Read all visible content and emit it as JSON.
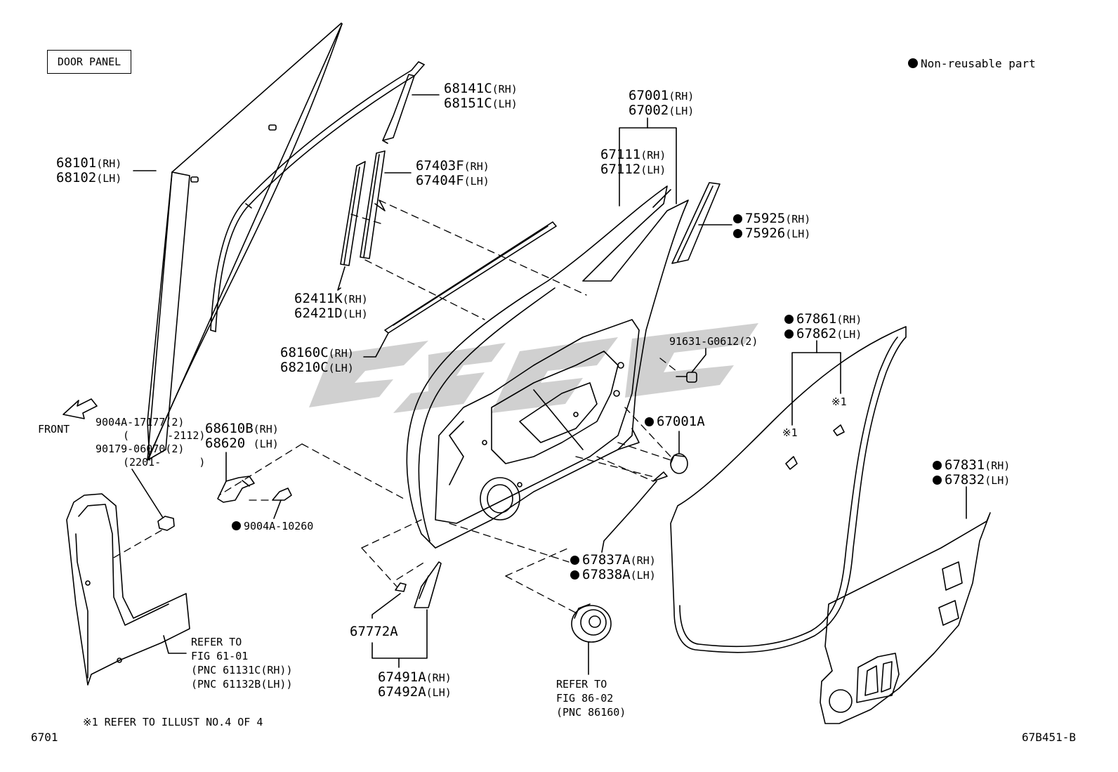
{
  "title_box": "DOOR PANEL",
  "legend": "Non-reusable part",
  "footer_left": "6701",
  "footer_right": "67B451-B",
  "footnote": "※1 REFER TO ILLUST NO.4 OF 4",
  "front_label": "FRONT",
  "parts": {
    "p68101": {
      "code": "68101",
      "side": "(RH)"
    },
    "p68102": {
      "code": "68102",
      "side": "(LH)"
    },
    "p68141c": {
      "code": "68141C",
      "side": "(RH)"
    },
    "p68151c": {
      "code": "68151C",
      "side": "(LH)"
    },
    "p67001": {
      "code": "67001",
      "side": "(RH)"
    },
    "p67002": {
      "code": "67002",
      "side": "(LH)"
    },
    "p67111": {
      "code": "67111",
      "side": "(RH)"
    },
    "p67112": {
      "code": "67112",
      "side": "(LH)"
    },
    "p67403f": {
      "code": "67403F",
      "side": "(RH)"
    },
    "p67404f": {
      "code": "67404F",
      "side": "(LH)"
    },
    "p75925": {
      "code": "75925",
      "side": "(RH)"
    },
    "p75926": {
      "code": "75926",
      "side": "(LH)"
    },
    "p62411k": {
      "code": "62411K",
      "side": "(RH)"
    },
    "p62421d": {
      "code": "62421D",
      "side": "(LH)"
    },
    "p67861": {
      "code": "67861",
      "side": "(RH)"
    },
    "p67862": {
      "code": "67862",
      "side": "(LH)"
    },
    "p68160c": {
      "code": "68160C",
      "side": "(RH)"
    },
    "p68210c": {
      "code": "68210C",
      "side": "(LH)"
    },
    "p91631": {
      "code": "91631-G0612(2)"
    },
    "p9004a17177": {
      "code": "9004A-17177(2)"
    },
    "p9004a17177_range": {
      "code": "(      -2112)"
    },
    "p90179": {
      "code": "90179-06070(2)"
    },
    "p90179_range": {
      "code": "(2201-      )"
    },
    "p68610b": {
      "code": "68610B",
      "side": "(RH)"
    },
    "p68620": {
      "code": "68620 ",
      "side": "(LH)"
    },
    "p67001a": {
      "code": "67001A"
    },
    "p9004a10260": {
      "code": "9004A-10260"
    },
    "p67831": {
      "code": "67831",
      "side": "(RH)"
    },
    "p67832": {
      "code": "67832",
      "side": "(LH)"
    },
    "p67837a": {
      "code": "67837A",
      "side": "(RH)"
    },
    "p67838a": {
      "code": "67838A",
      "side": "(LH)"
    },
    "p67772a": {
      "code": "67772A"
    },
    "p67491a": {
      "code": "67491A",
      "side": "(RH)"
    },
    "p67492a": {
      "code": "67492A",
      "side": "(LH)"
    },
    "x1a": {
      "code": "※1"
    },
    "x1b": {
      "code": "※1"
    }
  },
  "refer_fig61": [
    "REFER TO",
    "FIG 61-01",
    "(PNC 61131C(RH))",
    "(PNC 61132B(LH))"
  ],
  "refer_fig86": [
    "REFER TO",
    "FIG 86-02",
    "(PNC 86160)"
  ]
}
